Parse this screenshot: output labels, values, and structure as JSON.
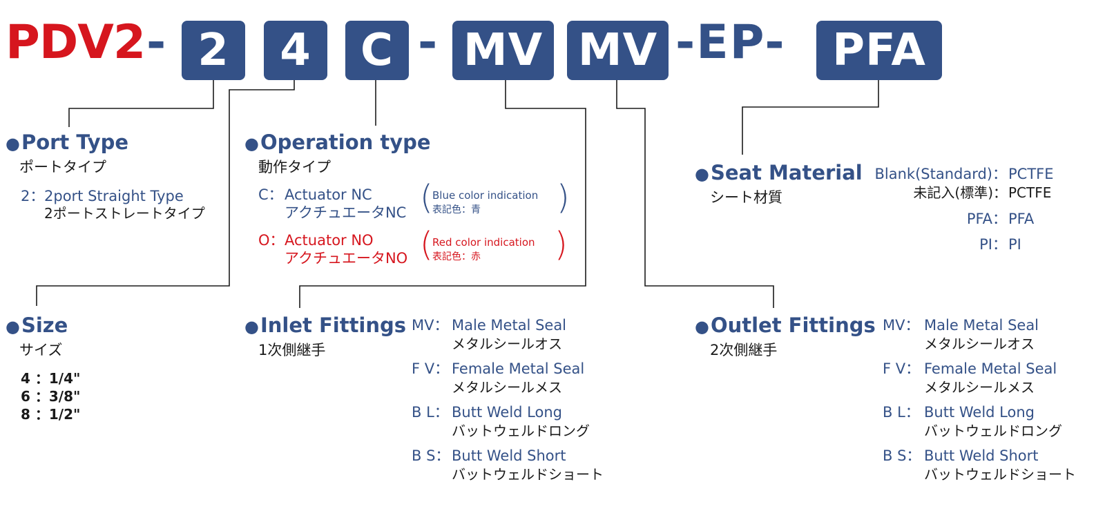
{
  "model_code": {
    "prefix": "PDV2",
    "segments": [
      "2",
      "4",
      "C",
      "MV",
      "MV",
      "PFA"
    ],
    "separators": [
      "-",
      "-",
      "-",
      "-EP-"
    ]
  },
  "port_type": {
    "title": "Port Type",
    "title_jp": "ポートタイプ",
    "options": [
      {
        "code": "2：",
        "desc": "2port Straight Type",
        "desc_jp": "2ポートストレートタイプ"
      }
    ]
  },
  "operation_type": {
    "title": "Operation type",
    "title_jp": "動作タイプ",
    "options": [
      {
        "code": "C：",
        "desc": "Actuator NC",
        "desc_jp": "アクチュエータNC",
        "note": "Blue color indication",
        "note_jp": "表記色：青"
      },
      {
        "code": "O：",
        "desc": "Actuator NO",
        "desc_jp": "アクチュエータNO",
        "note": "Red color indication",
        "note_jp": "表記色：赤"
      }
    ]
  },
  "seat_material": {
    "title": "Seat Material",
    "title_jp": "シート材質",
    "options": [
      {
        "code": "Blank(Standard)：",
        "desc": "PCTFE"
      },
      {
        "code": "未記入(標準)：",
        "desc": "PCTFE"
      },
      {
        "code": "PFA：",
        "desc": "PFA"
      },
      {
        "code": "PI：",
        "desc": "PI"
      }
    ]
  },
  "size": {
    "title": "Size",
    "title_jp": "サイズ",
    "options": [
      "4 ：1/4\"",
      "6 ：3/8\"",
      "8 ：1/2\""
    ]
  },
  "inlet_fittings": {
    "title": "Inlet Fittings",
    "title_jp": "1次側継手",
    "options": [
      {
        "code": "MV：",
        "desc": "Male Metal Seal",
        "desc_jp": "メタルシールオス"
      },
      {
        "code": "F V：",
        "desc": "Female Metal Seal",
        "desc_jp": "メタルシールメス"
      },
      {
        "code": "B L：",
        "desc": "Butt Weld Long",
        "desc_jp": "バットウェルドロング"
      },
      {
        "code": "B S：",
        "desc": "Butt Weld Short",
        "desc_jp": "バットウェルドショート"
      }
    ]
  },
  "outlet_fittings": {
    "title": "Outlet Fittings",
    "title_jp": "2次側継手",
    "options": [
      {
        "code": "MV：",
        "desc": "Male Metal Seal",
        "desc_jp": "メタルシールオス"
      },
      {
        "code": "F V：",
        "desc": "Female Metal Seal",
        "desc_jp": "メタルシールメス"
      },
      {
        "code": "B L：",
        "desc": "Butt Weld Long",
        "desc_jp": "バットウェルドロング"
      },
      {
        "code": "B S：",
        "desc": "Butt Weld Short",
        "desc_jp": "バットウェルドショート"
      }
    ]
  },
  "bullet": "●",
  "paren_open": "(",
  "paren_close": ")",
  "colors": {
    "brand_blue": "#345187",
    "brand_red": "#d6161e",
    "text": "#1a1a1a"
  }
}
